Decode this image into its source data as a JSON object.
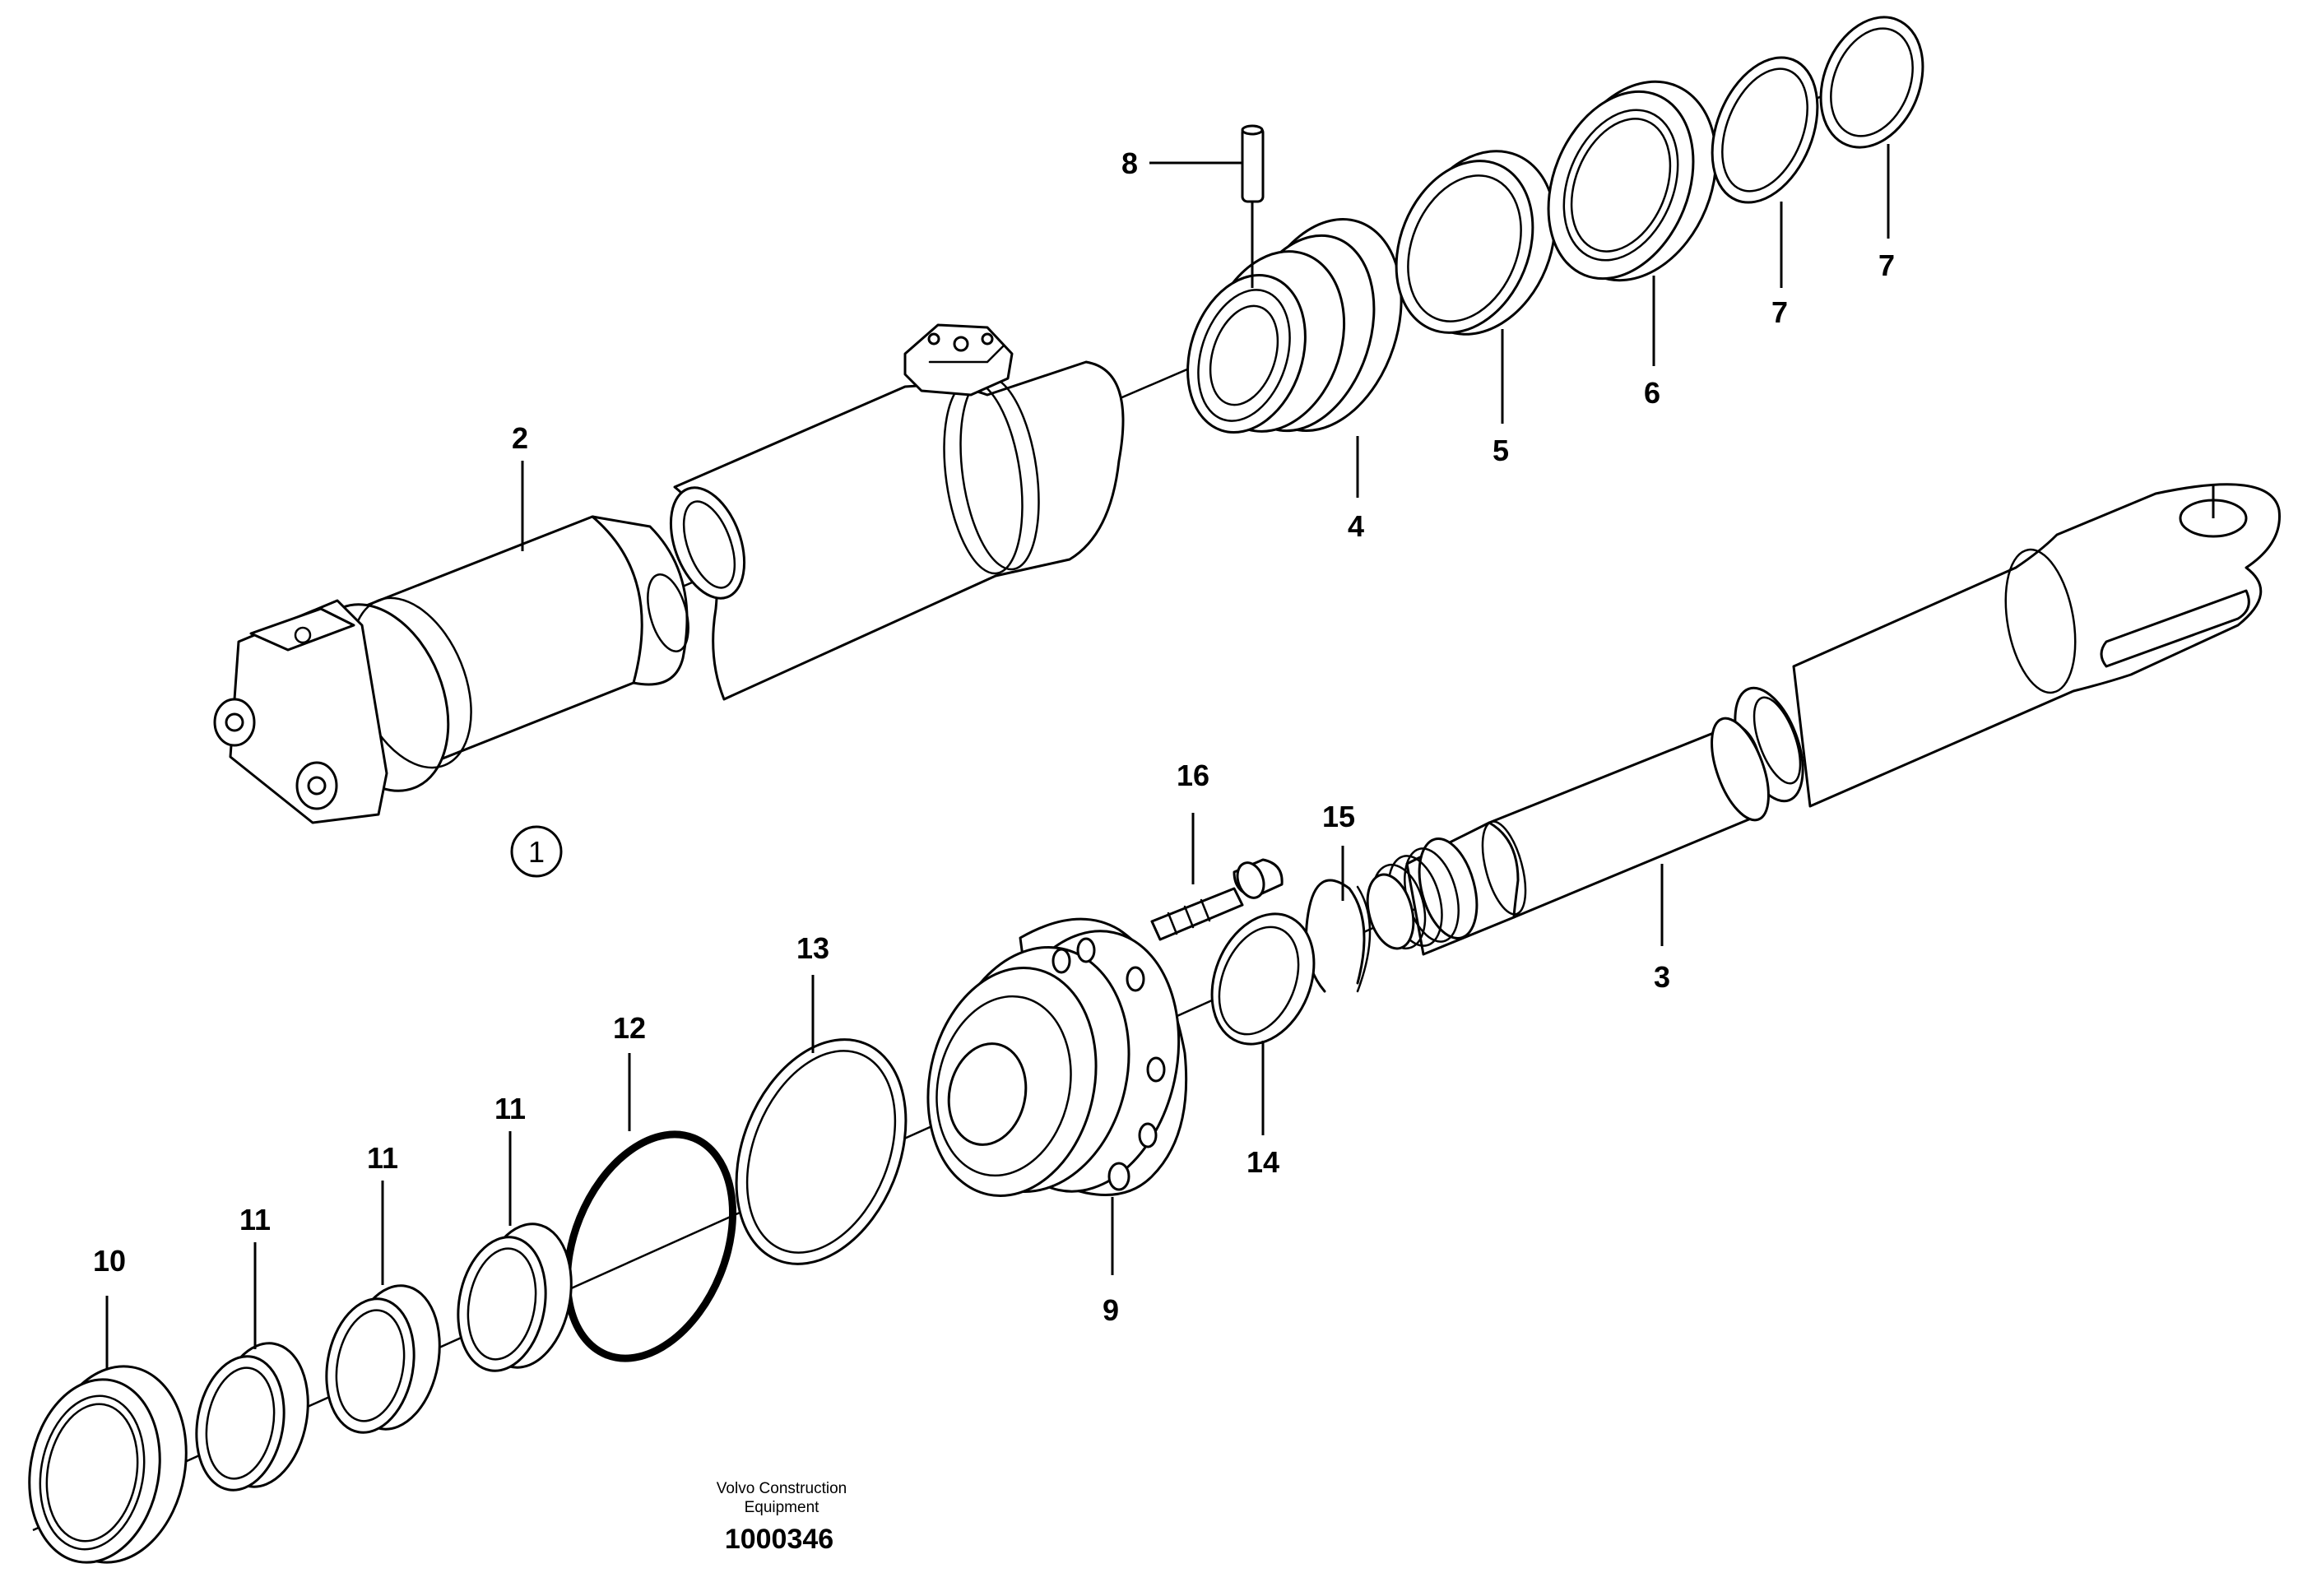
{
  "diagram": {
    "assembly_marker": "1",
    "callouts": [
      {
        "id": "c2",
        "label": "2"
      },
      {
        "id": "c3",
        "label": "3"
      },
      {
        "id": "c4",
        "label": "4"
      },
      {
        "id": "c5",
        "label": "5"
      },
      {
        "id": "c6",
        "label": "6"
      },
      {
        "id": "c7a",
        "label": "7"
      },
      {
        "id": "c7b",
        "label": "7"
      },
      {
        "id": "c8",
        "label": "8"
      },
      {
        "id": "c9",
        "label": "9"
      },
      {
        "id": "c10",
        "label": "10"
      },
      {
        "id": "c11a",
        "label": "11"
      },
      {
        "id": "c11b",
        "label": "11"
      },
      {
        "id": "c11c",
        "label": "11"
      },
      {
        "id": "c12",
        "label": "12"
      },
      {
        "id": "c13",
        "label": "13"
      },
      {
        "id": "c14",
        "label": "14"
      },
      {
        "id": "c15",
        "label": "15"
      },
      {
        "id": "c16",
        "label": "16"
      }
    ],
    "footer": {
      "company_line1": "Volvo Construction",
      "company_line2": "Equipment",
      "drawing_number": "1000346"
    }
  }
}
